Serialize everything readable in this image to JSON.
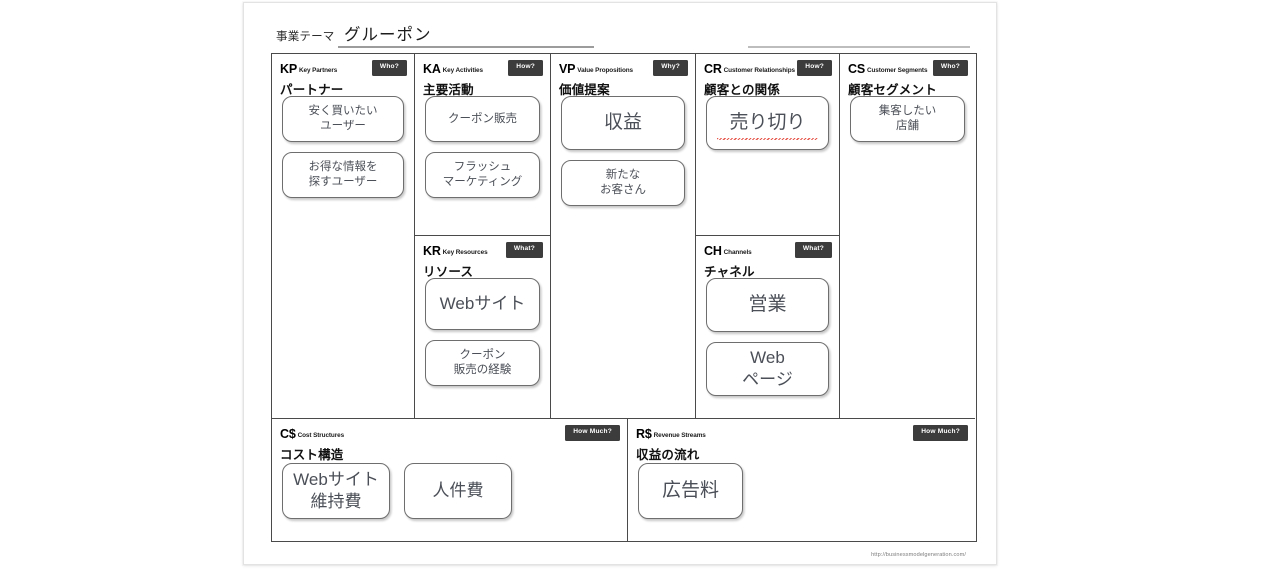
{
  "header": {
    "label": "事業テーマ",
    "value": "グルーポン"
  },
  "footer": {
    "url": "http://businessmodelgeneration.com/"
  },
  "blocks": {
    "kp": {
      "code": "KP",
      "en": "Key Partners",
      "jp": "パートナー",
      "badge": "Who?",
      "notes": [
        "安く買いたい\nユーザー",
        "お得な情報を\n探すユーザー"
      ]
    },
    "ka": {
      "code": "KA",
      "en": "Key Activities",
      "jp": "主要活動",
      "badge": "How?",
      "notes": [
        "クーポン販売",
        "フラッシュ\nマーケティング"
      ]
    },
    "kr": {
      "code": "KR",
      "en": "Key Resources",
      "jp": "リソース",
      "badge": "What?",
      "notes": [
        "Webサイト",
        "クーポン\n販売の経験"
      ]
    },
    "vp": {
      "code": "VP",
      "en": "Value Propositions",
      "jp": "価値提案",
      "badge": "Why?",
      "notes": [
        "収益",
        "新たな\nお客さん"
      ]
    },
    "cr": {
      "code": "CR",
      "en": "Customer Relationships",
      "jp": "顧客との関係",
      "badge": "How?",
      "notes": [
        "売り切り"
      ]
    },
    "ch": {
      "code": "CH",
      "en": "Channels",
      "jp": "チャネル",
      "badge": "What?",
      "notes": [
        "営業",
        "Web\nページ"
      ]
    },
    "cs": {
      "code": "CS",
      "en": "Customer Segments",
      "jp": "顧客セグメント",
      "badge": "Who?",
      "notes": [
        "集客したい\n店舗"
      ]
    },
    "cost": {
      "code": "C$",
      "en": "Cost Structures",
      "jp": "コスト構造",
      "badge": "How Much?",
      "notes": [
        "Webサイト\n維持費",
        "人件費"
      ]
    },
    "rev": {
      "code": "R$",
      "en": "Revenue Streams",
      "jp": "収益の流れ",
      "badge": "How Much?",
      "notes": [
        "広告料"
      ]
    }
  },
  "colors": {
    "badge_bg": "#3c3c3c",
    "grid_line": "#4a4a4a",
    "note_text": "#4b4f57",
    "spellcheck_underline": "#e23b2e"
  }
}
